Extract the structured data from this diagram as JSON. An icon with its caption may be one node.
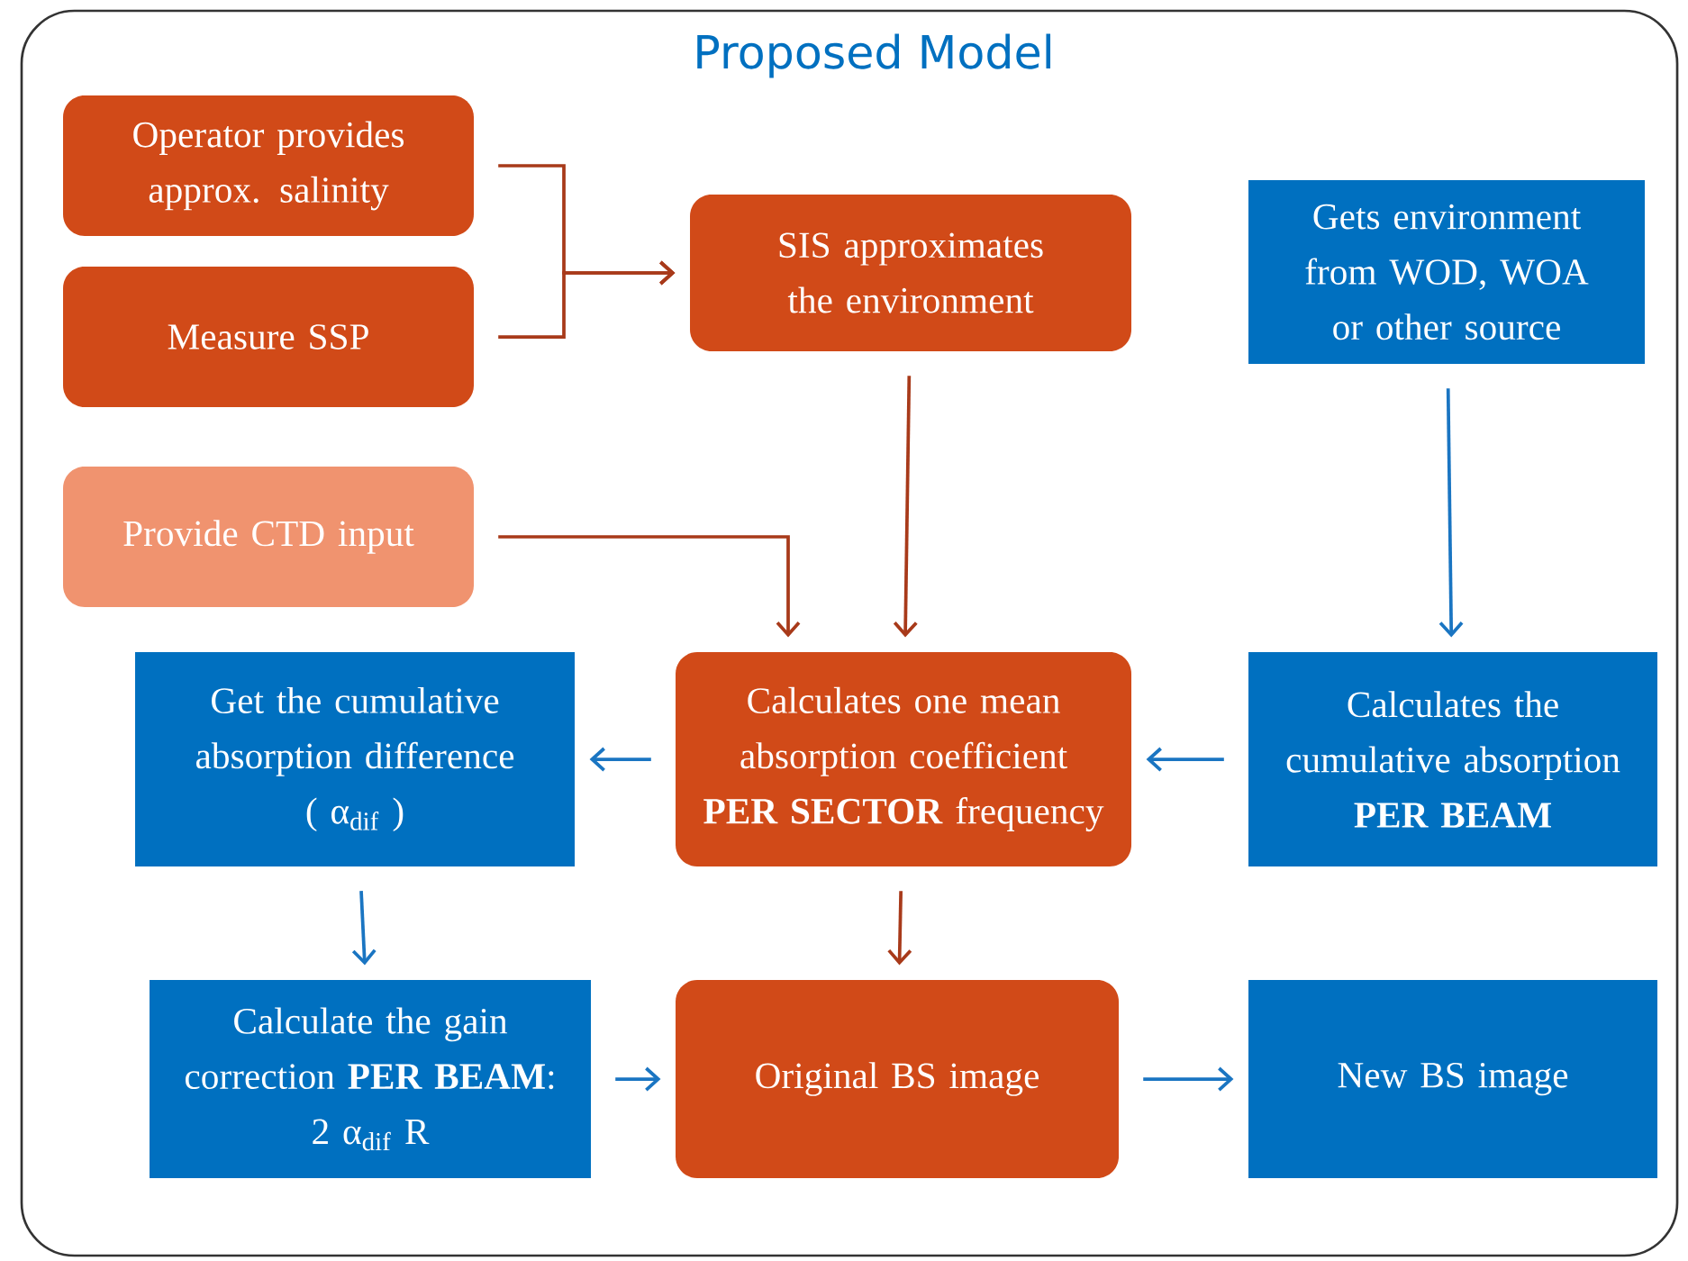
{
  "diagram": {
    "title": "Proposed Model",
    "nodes": [
      {
        "text": [
          "Operator provides approx. salinity"
        ]
      },
      {
        "text": [
          "Measure SSP"
        ]
      },
      {
        "text": [
          "SIS approximates the environment"
        ]
      },
      {
        "text": [
          "Gets environment from WOD, WOA or other source"
        ]
      },
      {
        "text": [
          "Provide CTD input"
        ]
      },
      {
        "text": [
          "Get the cumulative absorption difference",
          "( α$_{dif}$ )"
        ]
      },
      {
        "text": [
          "Calculates one mean absorption coefficient **PER SECTOR** frequency"
        ]
      },
      {
        "text": [
          "Calculates the cumulative absorption **PER BEAM**"
        ]
      },
      {
        "text": [
          "Calculate the gain correction **PER BEAM**:",
          "2 α$_{dif}$ R"
        ]
      },
      {
        "text": [
          "Original BS image"
        ]
      },
      {
        "text": [
          "New BS image"
        ]
      }
    ],
    "edges": [
      {
        "from": 0,
        "to": 2,
        "arrow": "to",
        "color": "#a83a1a"
      },
      {
        "from": 1,
        "to": 2,
        "arrow": "to",
        "color": "#a83a1a"
      },
      {
        "from": 4,
        "to": 6,
        "arrow": "to",
        "color": "#a83a1a"
      },
      {
        "from": 2,
        "to": 6,
        "arrow": "to",
        "color": "#a83a1a"
      },
      {
        "from": 3,
        "to": 7,
        "arrow": "to"
      },
      {
        "from": 6,
        "to": 5,
        "arrow": "to"
      },
      {
        "from": 7,
        "to": 6,
        "arrow": "to"
      },
      {
        "from": 5,
        "to": 8,
        "arrow": "to"
      },
      {
        "from": 6,
        "to": 9,
        "arrow": "to",
        "color": "#a83a1a"
      },
      {
        "from": 8,
        "to": 9,
        "arrow": "to"
      },
      {
        "from": 9,
        "to": 10,
        "arrow": "to"
      }
    ]
  }
}
